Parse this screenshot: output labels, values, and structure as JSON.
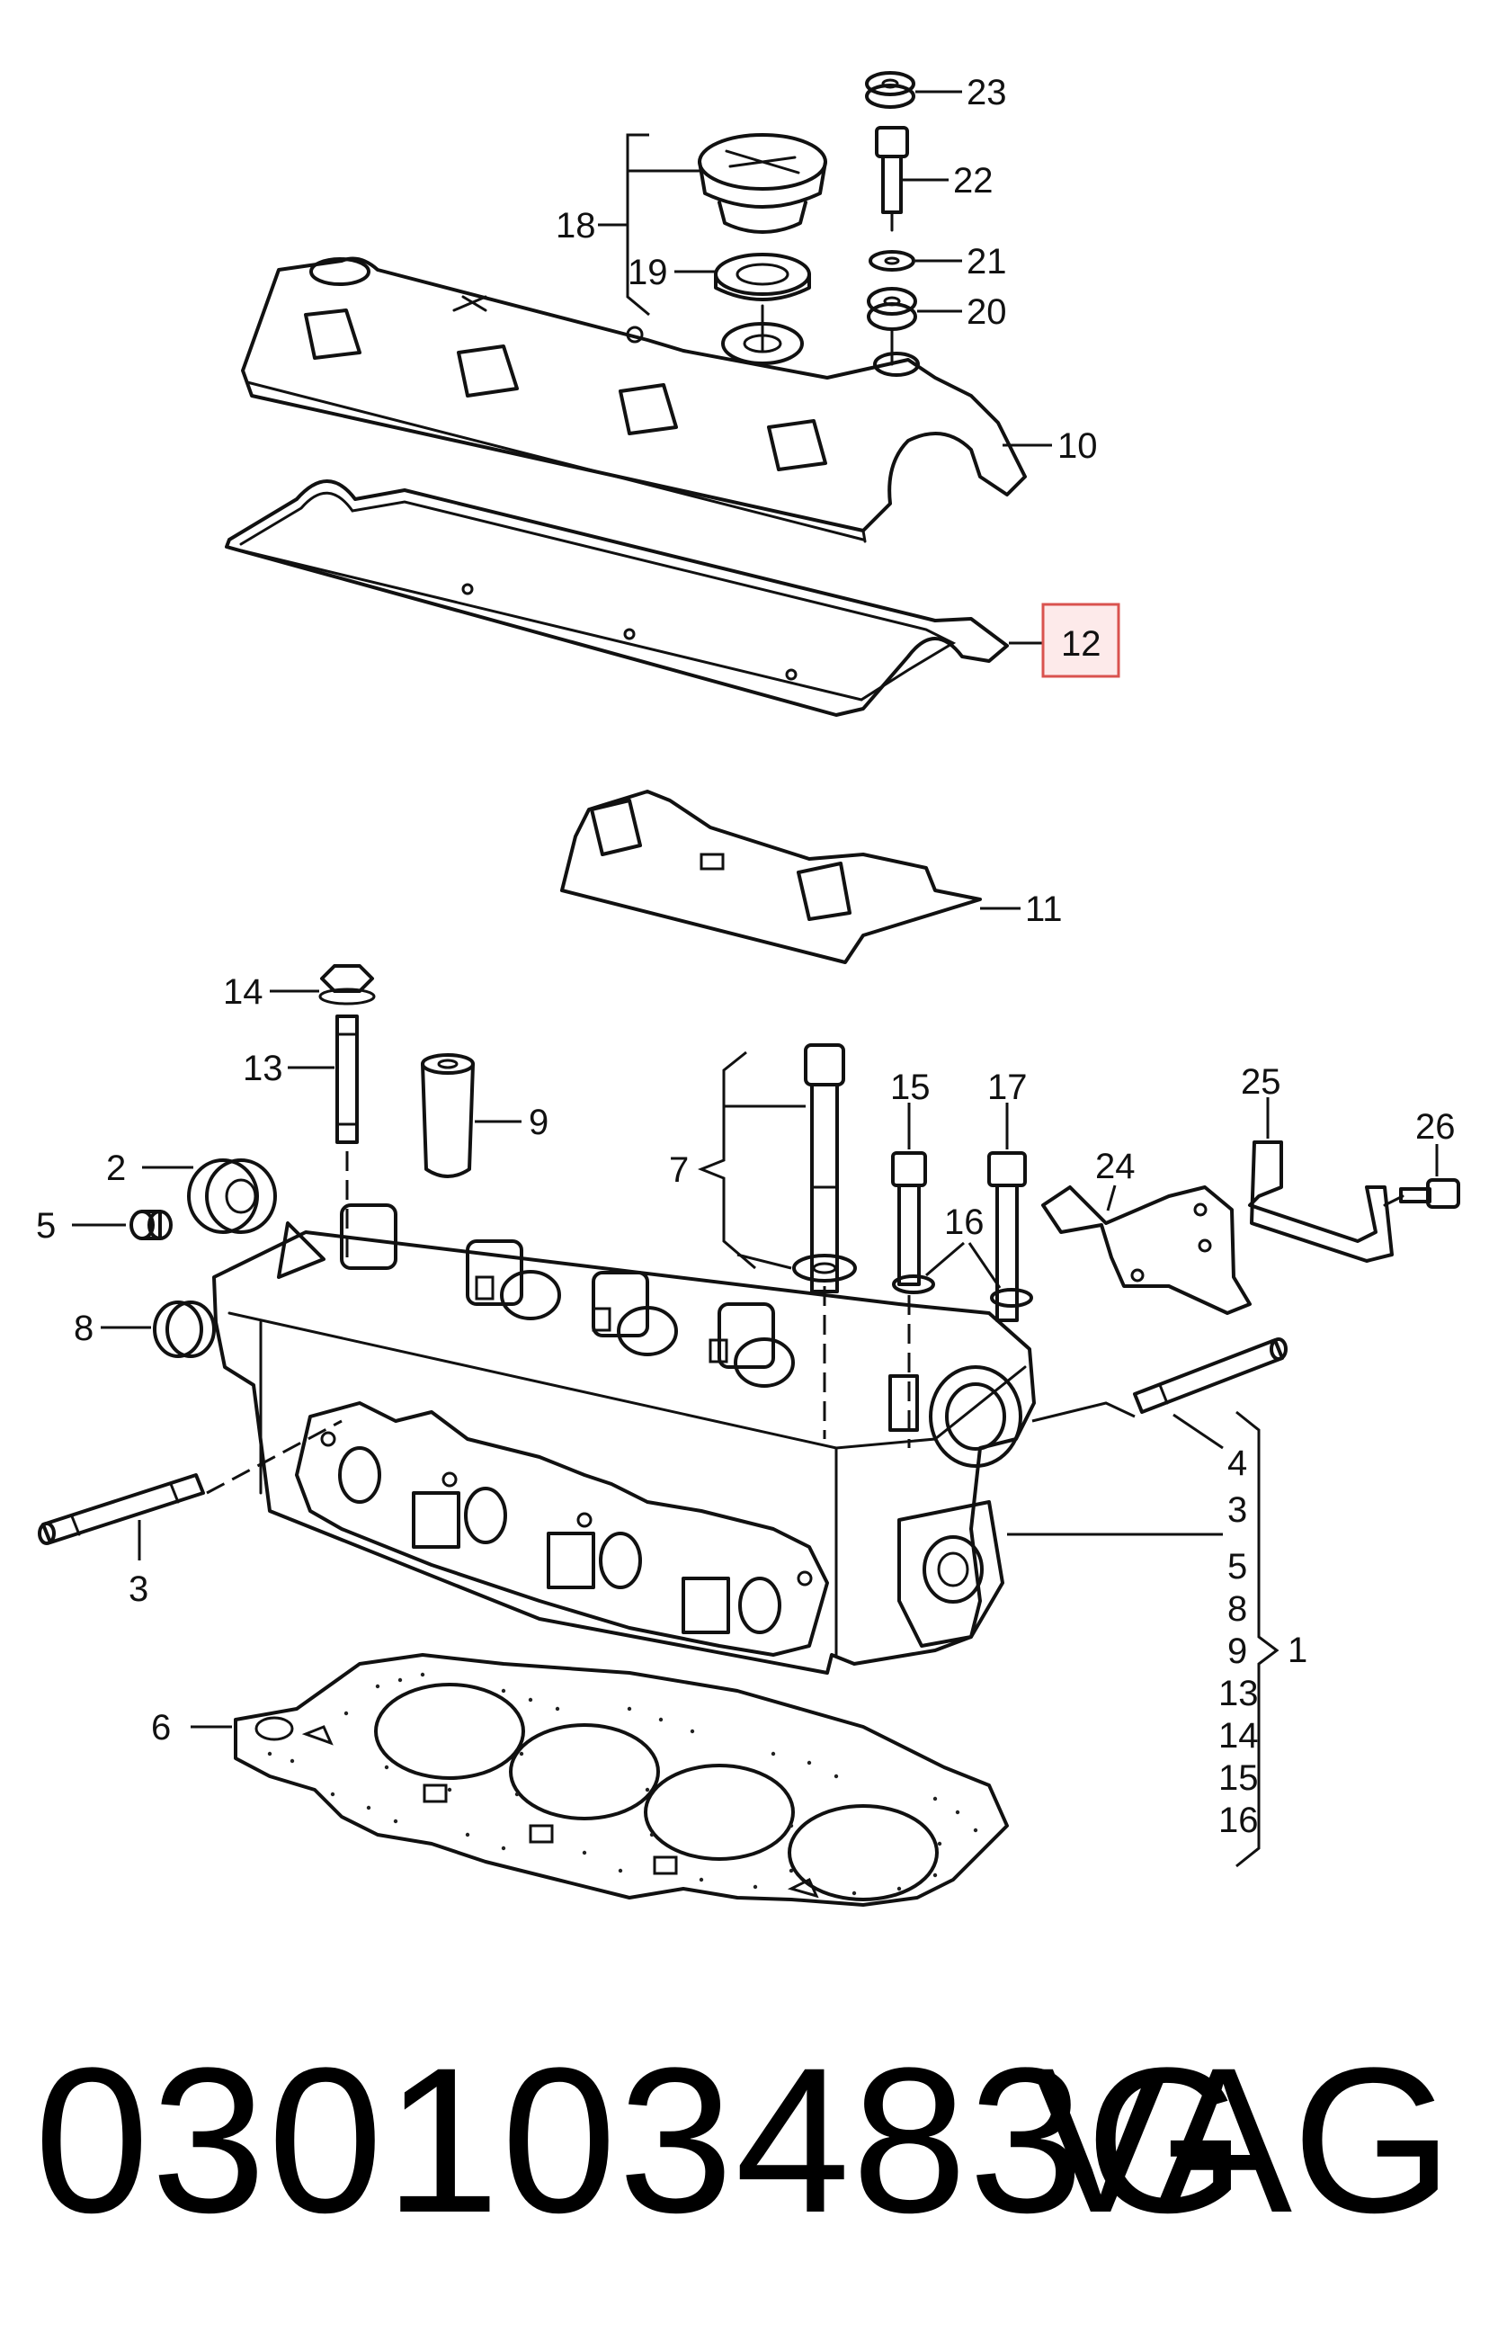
{
  "callouts": {
    "c23": "23",
    "c22": "22",
    "c21": "21",
    "c20": "20",
    "c18": "18",
    "c19": "19",
    "c10": "10",
    "c12": "12",
    "c11": "11",
    "c14": "14",
    "c13": "13",
    "c9": "9",
    "c2": "2",
    "c5": "5",
    "c8": "8",
    "c3_left": "3",
    "c6": "6",
    "c7": "7",
    "c15": "15",
    "c16": "16",
    "c17": "17",
    "c24": "24",
    "c25": "25",
    "c26": "26",
    "c4": "4",
    "c3_right": "3",
    "c1": "1"
  },
  "group_1_items": [
    "5",
    "8",
    "9",
    "13",
    "14",
    "15",
    "16"
  ],
  "highlight_color": "#d9534f",
  "footer": {
    "part_number": "030103483G",
    "brand": "VAG"
  }
}
